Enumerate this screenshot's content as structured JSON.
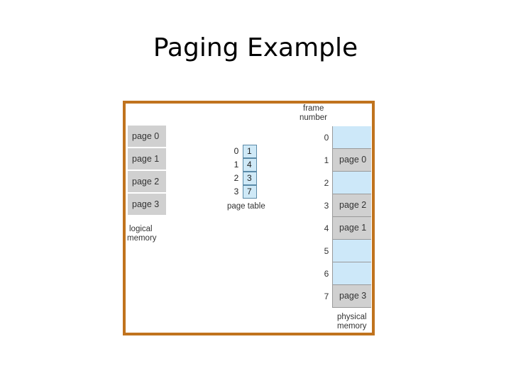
{
  "slide": {
    "title": "Paging Example"
  },
  "logical_memory": {
    "pages": [
      "page 0",
      "page 1",
      "page 2",
      "page 3"
    ],
    "caption_line1": "logical",
    "caption_line2": "memory"
  },
  "page_table": {
    "indices": [
      "0",
      "1",
      "2",
      "3"
    ],
    "frames": [
      "1",
      "4",
      "3",
      "7"
    ],
    "caption": "page table"
  },
  "physical_memory": {
    "header_line1": "frame",
    "header_line2": "number",
    "frame_numbers": [
      "0",
      "1",
      "2",
      "3",
      "4",
      "5",
      "6",
      "7"
    ],
    "frame_contents": [
      "",
      "page 0",
      "",
      "page 2",
      "page 1",
      "",
      "",
      "page 3"
    ],
    "caption_line1": "physical",
    "caption_line2": "memory"
  },
  "colors": {
    "frame_border": "#c0731e",
    "occupied_cell": "#d0d0d0",
    "empty_cell": "#cde8f9",
    "page_table_cell": "#cfe9f7"
  }
}
